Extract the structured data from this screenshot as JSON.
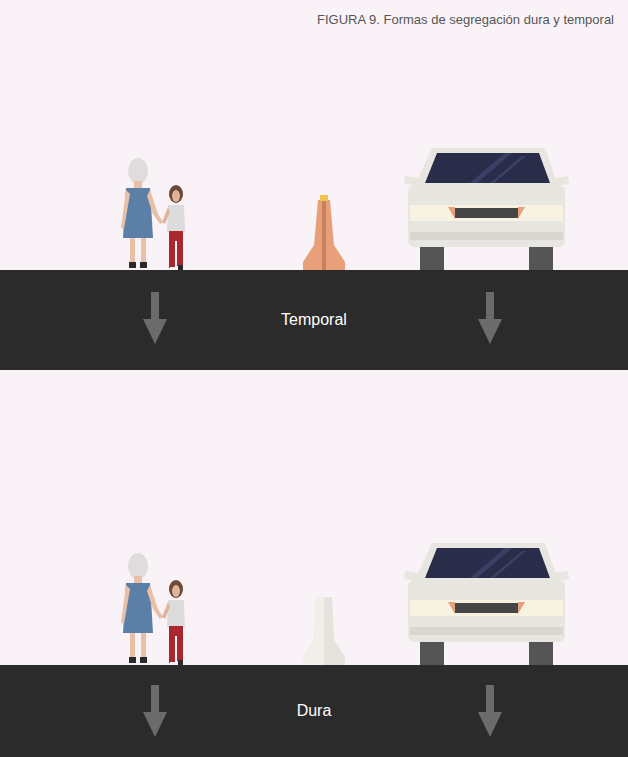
{
  "diagram": {
    "title": "FIGURA 9. Formas de segregación dura y temporal",
    "nodes": [
      {
        "text": [
          "Temporal"
        ]
      },
      {
        "text": [
          "Dura"
        ]
      }
    ]
  }
}
